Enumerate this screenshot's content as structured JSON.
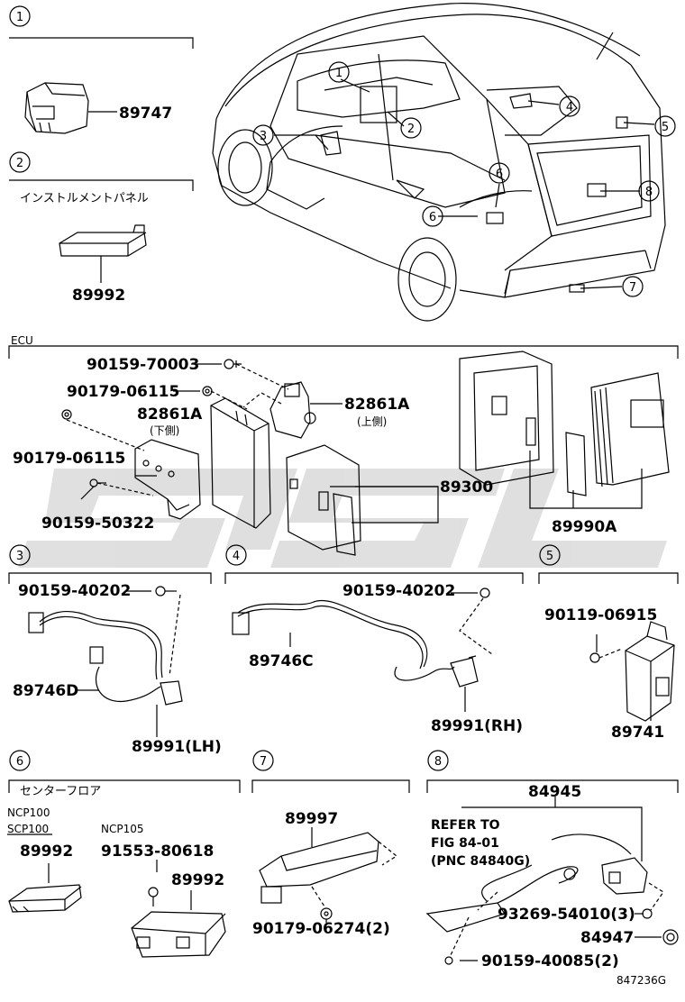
{
  "diagram_code": "847236G",
  "watermark_text": "Sigsl",
  "callouts": [
    "1",
    "2",
    "3",
    "4",
    "5",
    "6",
    "6",
    "7",
    "8"
  ],
  "sections": {
    "s1": {
      "num": "1",
      "parts": [
        "89747"
      ]
    },
    "s2": {
      "num": "2",
      "title": "インストルメントパネル",
      "parts": [
        "89992"
      ]
    },
    "ecu": {
      "title": "ECU",
      "parts": [
        "90159-70003",
        "90179-06115",
        "82861A",
        "82861A",
        "90179-06115",
        "90159-50322",
        "89300",
        "89990A"
      ],
      "notes": {
        "lower": "(下側)",
        "upper": "(上側)"
      }
    },
    "s3": {
      "num": "3",
      "parts": [
        "90159-40202",
        "89746D",
        "89991(LH)"
      ]
    },
    "s4": {
      "num": "4",
      "parts": [
        "90159-40202",
        "89746C",
        "89991(RH)"
      ]
    },
    "s5": {
      "num": "5",
      "parts": [
        "90119-06915",
        "89741"
      ]
    },
    "s6": {
      "num": "6",
      "title": "センターフロア",
      "models": [
        "NCP100",
        "SCP100",
        "NCP105"
      ],
      "parts": [
        "89992",
        "91553-80618",
        "89992"
      ]
    },
    "s7": {
      "num": "7",
      "parts": [
        "89997",
        "90179-06274(2)"
      ]
    },
    "s8": {
      "num": "8",
      "parts": [
        "84945",
        "93269-54010(3)",
        "84947",
        "90159-40085(2)"
      ],
      "refer": [
        "REFER TO",
        "FIG 84-01",
        "(PNC 84840G)"
      ]
    }
  }
}
